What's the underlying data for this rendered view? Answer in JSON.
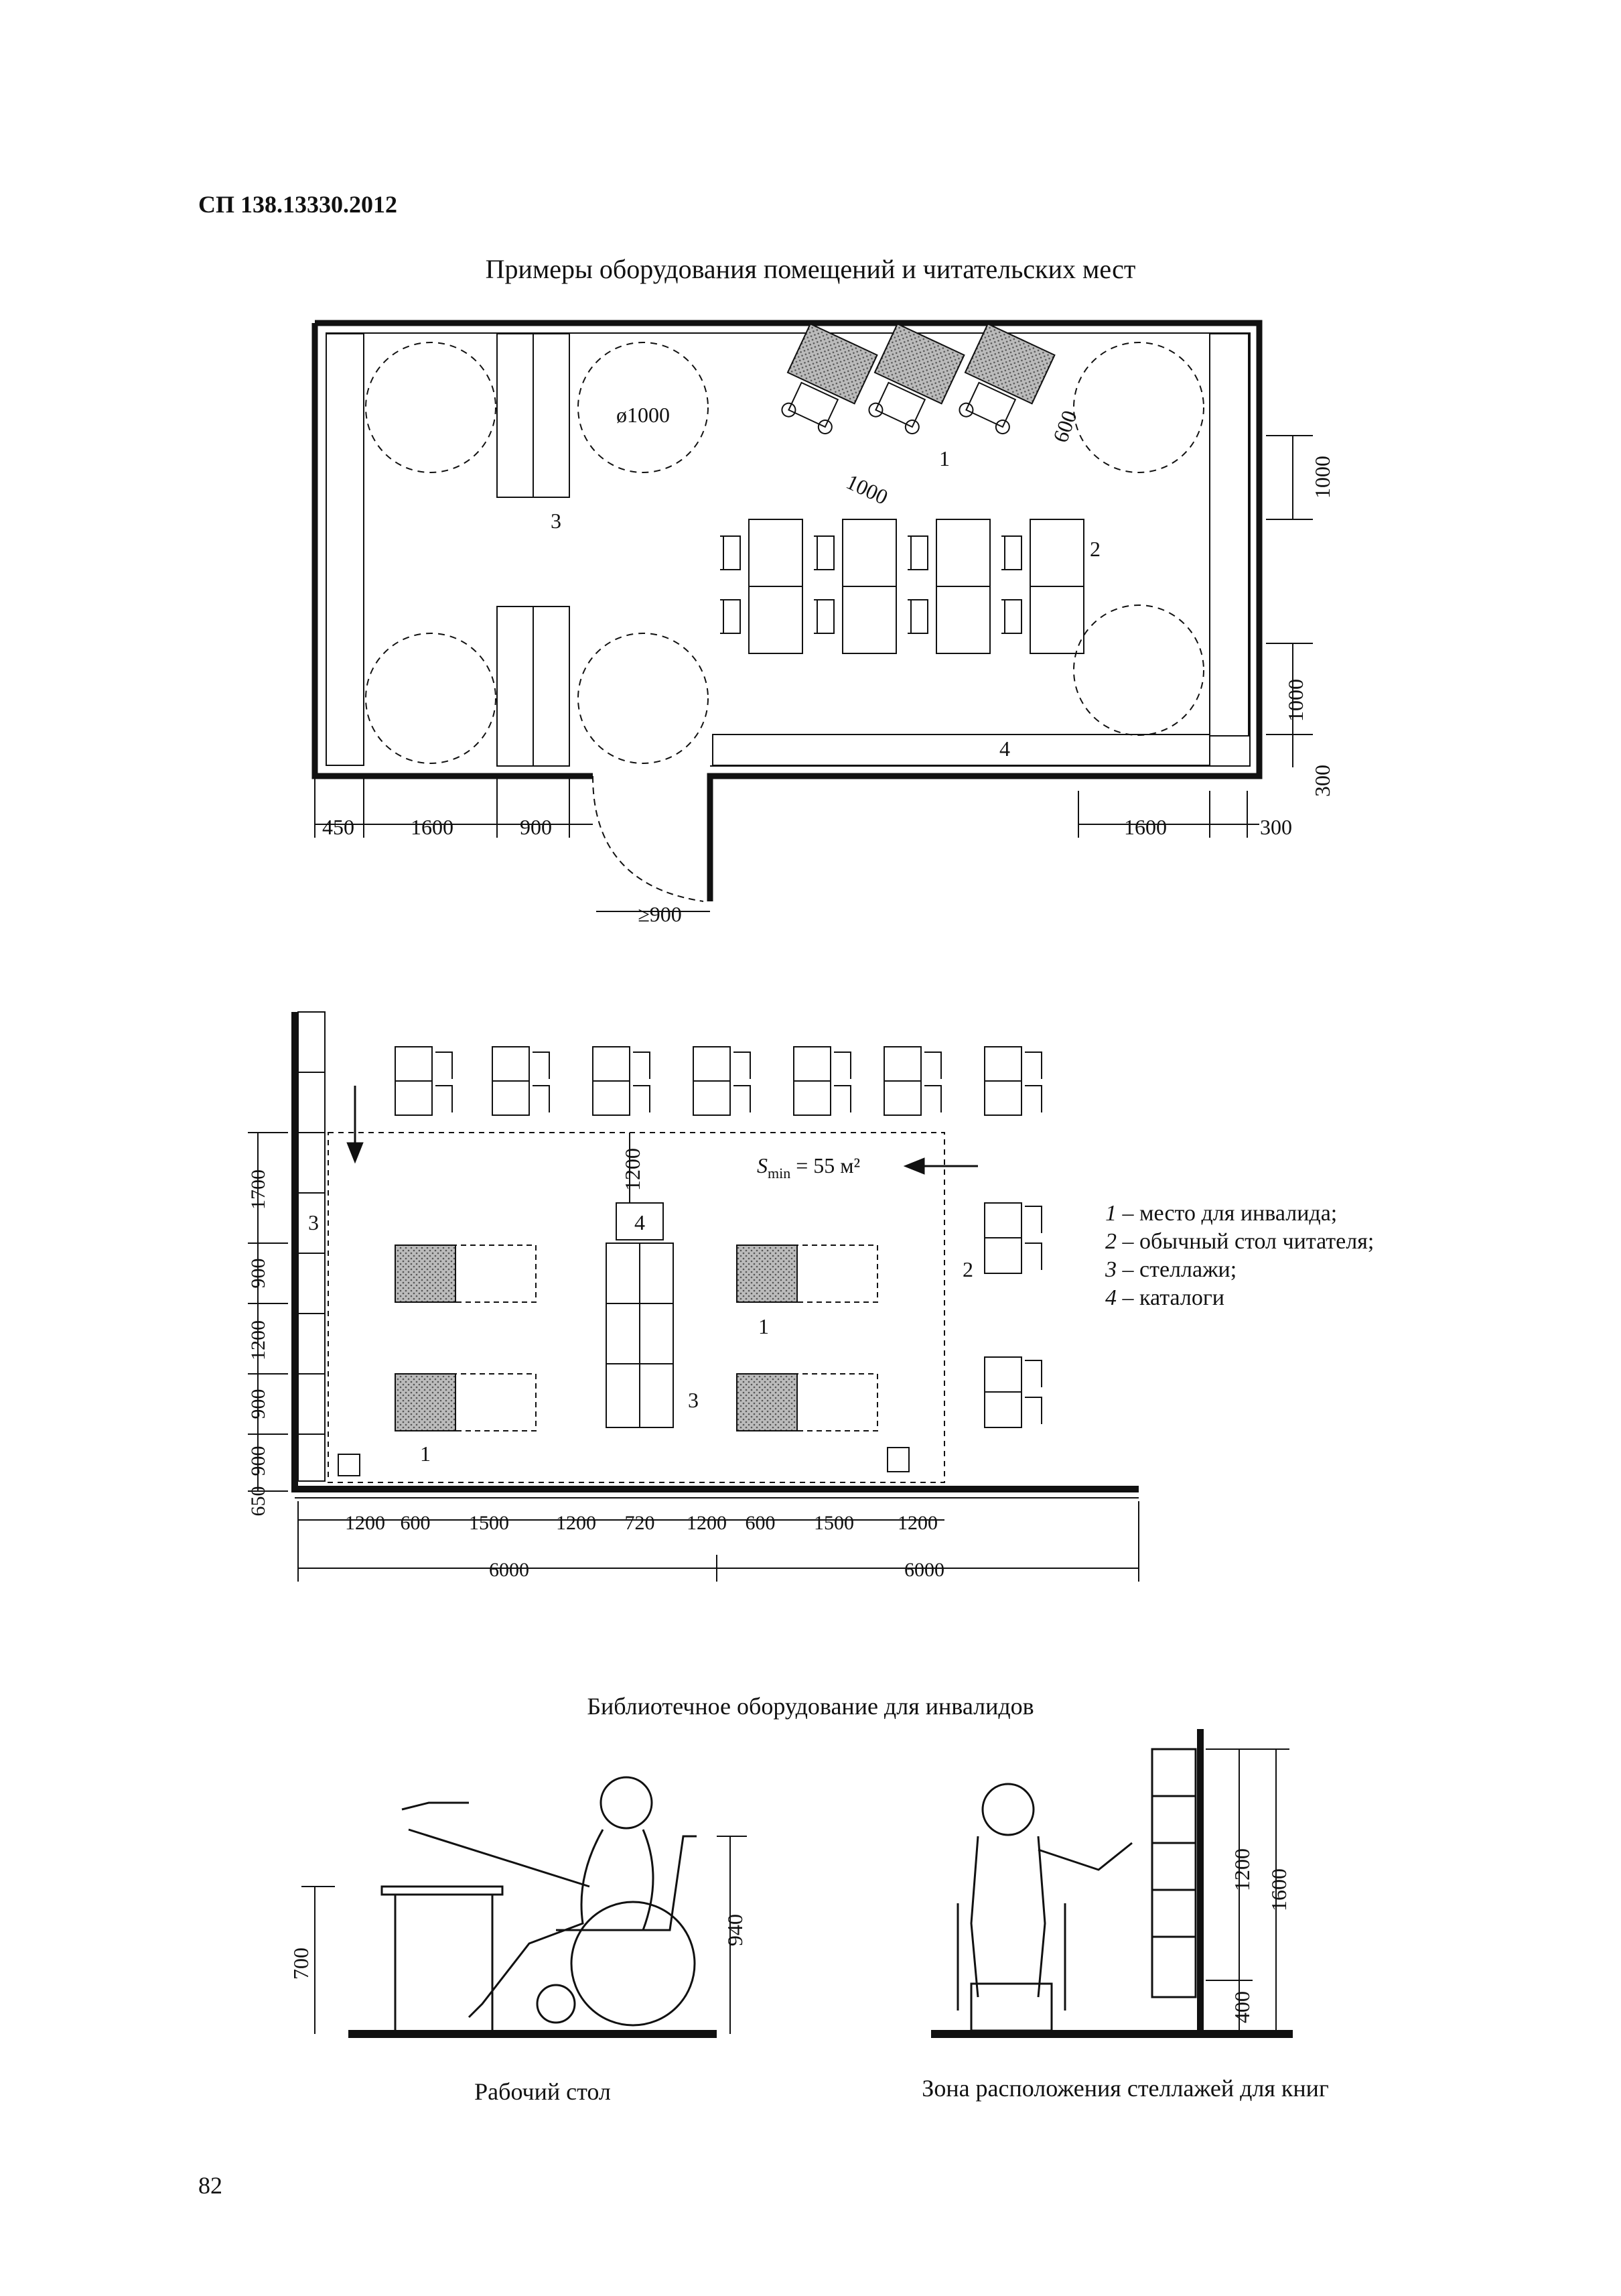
{
  "header": {
    "doc_code": "СП 138.13330.2012"
  },
  "section_title": "Примеры оборудования помещений и читательских мест",
  "plan1": {
    "labels": {
      "n1": "1",
      "n2": "2",
      "n3": "3",
      "n4": "4"
    },
    "circle_label": "ø1000",
    "dims": {
      "d450": "450",
      "d1600a": "1600",
      "d900a": "900",
      "d1600b": "1600",
      "d300a": "300",
      "door": "≥900",
      "v1000a": "1000",
      "v1000b": "1000",
      "v300": "300",
      "diag1000": "1000",
      "diag600": "600"
    }
  },
  "plan2": {
    "smin": "S",
    "smin_sub": "min",
    "smin_rest": " = 55 м²",
    "labels": {
      "n1a": "1",
      "n1b": "1",
      "n2": "2",
      "n3a": "3",
      "n3b": "3",
      "n4": "4"
    },
    "dim_1200v": "1200",
    "bottom_dims": [
      "1200",
      "600",
      "1500",
      "1200",
      "720",
      "1200",
      "600",
      "1500",
      "1200"
    ],
    "total_dims": [
      "6000",
      "6000"
    ],
    "left_dims": [
      "1700",
      "900",
      "1200",
      "900",
      "900",
      "650"
    ]
  },
  "legend": [
    {
      "num": "1",
      "text": " – место для инвалида;"
    },
    {
      "num": "2",
      "text": " – обычный стол читателя;"
    },
    {
      "num": "3",
      "text": " – стеллажи;"
    },
    {
      "num": "4",
      "text": " – каталоги"
    }
  ],
  "equipment_title": "Библиотечное оборудование для инвалидов",
  "figures": {
    "desk": {
      "caption": "Рабочий стол",
      "dim_700": "700",
      "dim_940": "940"
    },
    "shelf": {
      "caption": "Зона расположения стеллажей для книг",
      "dim_1200": "1200",
      "dim_1600": "1600",
      "dim_400": "400"
    }
  },
  "page_number": "82"
}
